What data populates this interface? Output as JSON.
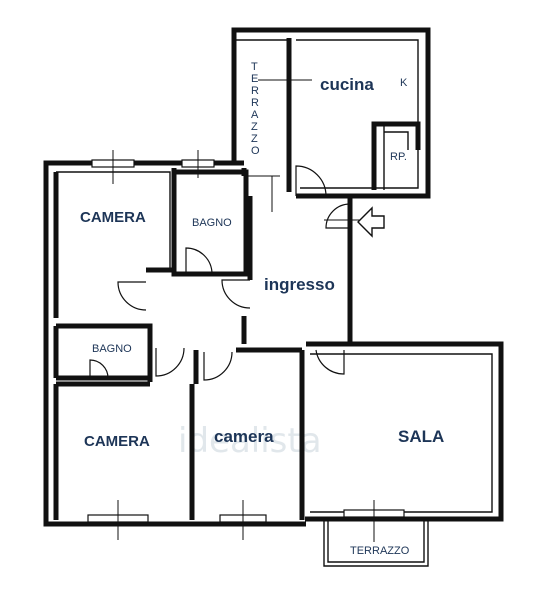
{
  "rooms": {
    "cucina": "cucina",
    "k": "K",
    "rp": "RP.",
    "terrazzo_top": [
      "T",
      "E",
      "R",
      "R",
      "A",
      "Z",
      "Z",
      "O"
    ],
    "camera_top_left": "CAMERA",
    "bagno_top": "BAGNO",
    "ingresso": "ingresso",
    "bagno_small": "BAGNO",
    "camera_bottom_left": "CAMERA",
    "camera_bottom_mid": "camera",
    "sala": "SALA",
    "terrazzo_bottom": "TERRAZZO"
  },
  "watermark": "idealista",
  "colors": {
    "label": "#1d3557",
    "wall": "#111111",
    "watermark": "#c9d4dc"
  }
}
